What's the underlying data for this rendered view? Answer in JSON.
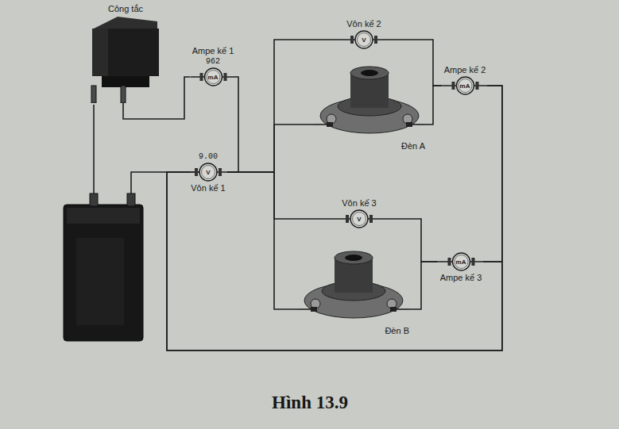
{
  "diagram": {
    "caption": "Hình 13.9",
    "nodes": [
      {
        "text": [
          "Công tắc"
        ]
      },
      {
        "text": [
          "Ampe kế 1",
          "962",
          "mA"
        ]
      },
      {
        "text": [
          "Vôn kế 2",
          "V"
        ]
      },
      {
        "text": [
          "Đèn A"
        ]
      },
      {
        "text": [
          "Ampe kế 2",
          "mA"
        ]
      },
      {
        "text": [
          "9.00",
          "V",
          "Vôn kế 1"
        ]
      },
      {
        "text": [
          "Vôn kế 3",
          "V"
        ]
      },
      {
        "text": [
          "Đèn B"
        ]
      },
      {
        "text": [
          "mA",
          "Ampe kế 3"
        ]
      }
    ],
    "edges": [
      {
        "from": 0,
        "to": 1,
        "arrow": "none"
      },
      {
        "from": 1,
        "to": 5,
        "arrow": "none"
      },
      {
        "from": 5,
        "to": 2,
        "arrow": "none"
      },
      {
        "from": 5,
        "to": 3,
        "arrow": "none"
      },
      {
        "from": 5,
        "to": 6,
        "arrow": "none"
      },
      {
        "from": 5,
        "to": 7,
        "arrow": "none"
      },
      {
        "from": 2,
        "to": 4,
        "arrow": "none"
      },
      {
        "from": 3,
        "to": 4,
        "arrow": "none"
      },
      {
        "from": 4,
        "to": 8,
        "arrow": "none"
      },
      {
        "from": 6,
        "to": 8,
        "arrow": "none"
      },
      {
        "from": 7,
        "to": 8,
        "arrow": "none"
      },
      {
        "from": 4,
        "to": 5,
        "arrow": "none"
      },
      {
        "from": 8,
        "to": 5,
        "arrow": "none"
      }
    ]
  }
}
